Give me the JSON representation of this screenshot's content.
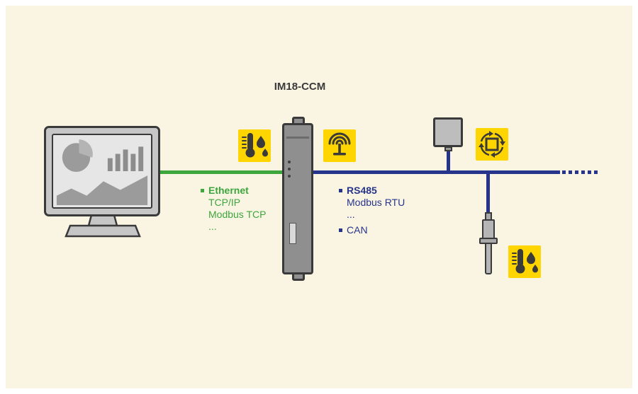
{
  "device": {
    "label": "IM18-CCM"
  },
  "ethernet": {
    "heading": "Ethernet",
    "lines": [
      "TCP/IP",
      "Modbus TCP",
      "..."
    ]
  },
  "fieldbus": {
    "heading": "RS485",
    "lines": [
      "Modbus RTU",
      "..."
    ],
    "can": "CAN"
  },
  "icons": [
    {
      "name": "temperature-humidity-icon"
    },
    {
      "name": "wireless-icon"
    },
    {
      "name": "vibration-icon"
    },
    {
      "name": "temperature-humidity-icon"
    }
  ],
  "colors": {
    "background": "#FAF5E3",
    "tile_yellow": "#FFD500",
    "glyph_dark": "#3A3A3A",
    "ethernet_green": "#3DA63C",
    "fieldbus_blue": "#27348B",
    "hardware_gray": "#8F8F8F"
  }
}
